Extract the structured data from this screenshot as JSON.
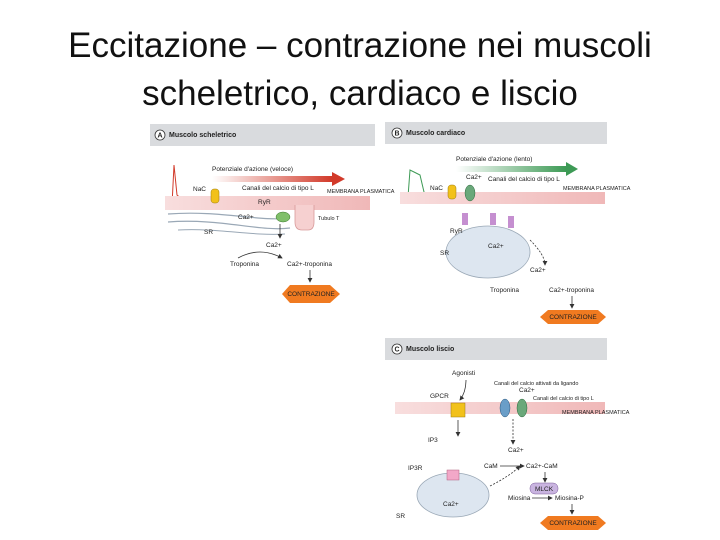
{
  "title": {
    "line1": "Eccitazione – contrazione nei muscoli",
    "line2": "scheletrico, cardiaco e liscio"
  },
  "colors": {
    "panel_header": "#d9dbde",
    "membrane": "#f3c6c6",
    "arrow_green": "#3d9a55",
    "arrow_red": "#d23a2a",
    "contraction": "#f07a20",
    "yellow": "#f2c11a",
    "sr": "#dde6f0"
  },
  "panelA": {
    "letter": "A",
    "header": "Muscolo scheletrico",
    "action_potential": "Potenziale d'azione (veloce)",
    "nac": "NaC",
    "l_channels": "Canali del calcio di tipo L",
    "membrane": "MEMBRANA PLASMATICA",
    "ryr": "RyR",
    "ca_in": "Ca2+",
    "ttubule": "Tubulo T",
    "sr": "SR",
    "ca_down": "Ca2+",
    "troponin": "Troponina",
    "ca_troponin": "Ca2+-troponina",
    "contraction": "CONTRAZIONE"
  },
  "panelB": {
    "letter": "B",
    "header": "Muscolo cardiaco",
    "action_potential": "Potenziale d'azione (lento)",
    "ca_top": "Ca2+",
    "nac": "NaC",
    "l_channels": "Canali del calcio di tipo L",
    "membrane": "MEMBRANA PLASMATICA",
    "ryr": "RyR",
    "ca_mid": "Ca2+",
    "sr": "SR",
    "ca_down": "Ca2+",
    "troponin": "Troponina",
    "ca_troponin": "Ca2+-troponina",
    "contraction": "CONTRAZIONE"
  },
  "panelC": {
    "letter": "C",
    "header": "Muscolo liscio",
    "agonists": "Agonisti",
    "ligand_channels": "Canali del calcio attivati da ligando",
    "gpcr": "GPCR",
    "ca_l": "Ca2+",
    "l_channels": "Canali del calcio di tipo L",
    "membrane": "MEMBRANA PLASMATICA",
    "ip3": "IP3",
    "ca_mid": "Ca2+",
    "ip3r": "IP3R",
    "cam": "CaM",
    "ca_cam": "Ca2+-CaM",
    "mlck": "MLCK",
    "myosin": "Miosina",
    "myosin_p": "Miosina-P",
    "ca_sr": "Ca2+",
    "sr": "SR",
    "contraction": "CONTRAZIONE"
  }
}
